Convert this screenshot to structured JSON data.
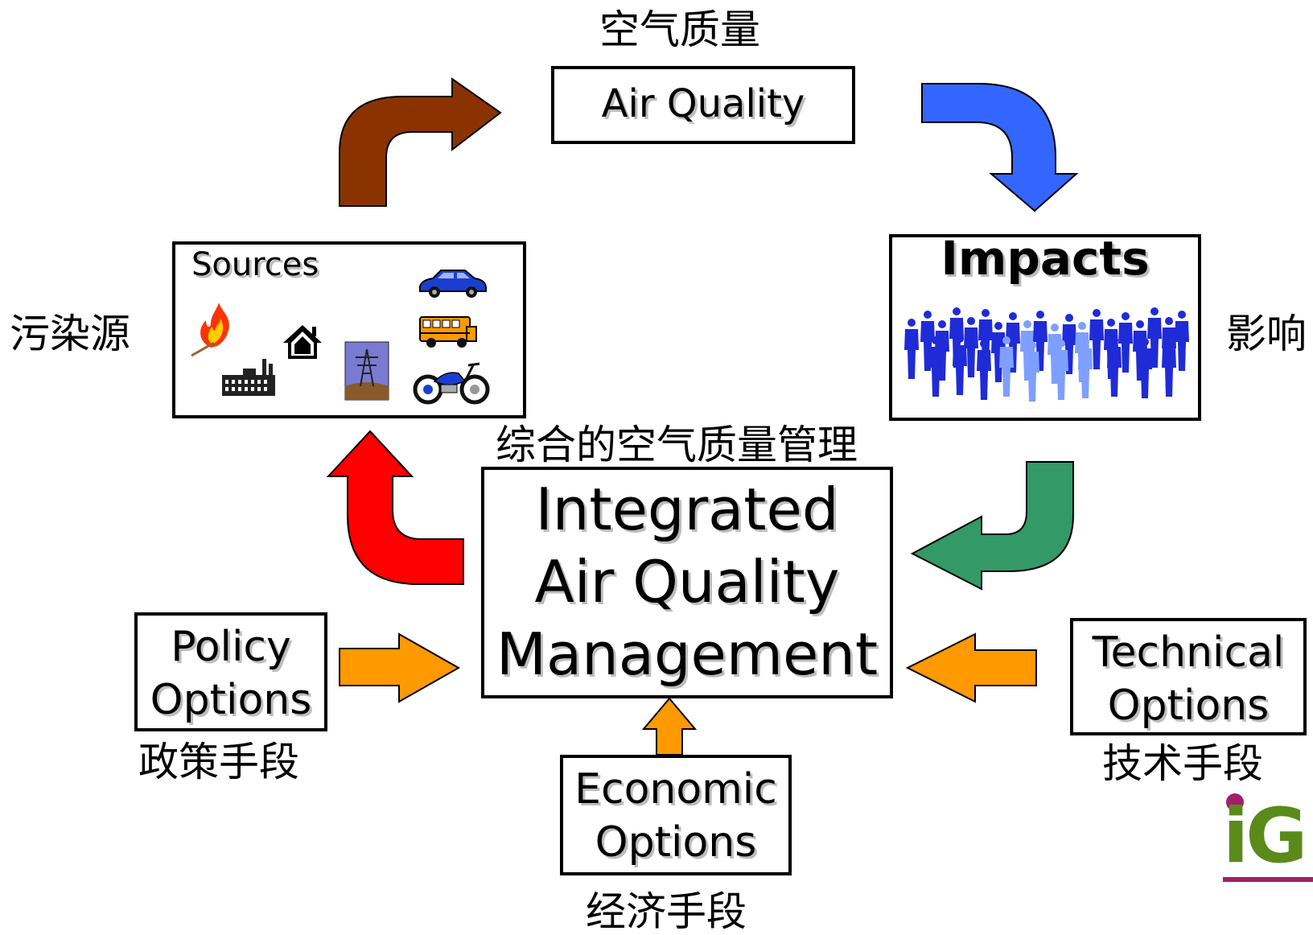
{
  "labels": {
    "air_quality_cn": "空气质量",
    "sources_cn": "污染源",
    "impacts_cn": "影响",
    "iaqm_cn": "综合的空气质量管理",
    "policy_cn": "政策手段",
    "technical_cn": "技术手段",
    "economic_cn": "经济手段"
  },
  "boxes": {
    "air_quality": "Air Quality",
    "sources": "Sources",
    "impacts": "Impacts",
    "iaqm_line1": "Integrated",
    "iaqm_line2": "Air Quality",
    "iaqm_line3": "Management",
    "policy_line1": "Policy",
    "policy_line2": "Options",
    "technical_line1": "Technical",
    "technical_line2": "Options",
    "economic_line1": "Economic",
    "economic_line2": "Options"
  },
  "logo": {
    "text": "iG"
  },
  "colors": {
    "arrow_brown": "#8b3300",
    "arrow_blue": "#3366ff",
    "arrow_green": "#339966",
    "arrow_red": "#ff0000",
    "arrow_orange": "#ff9900",
    "people": "#1f2bd6",
    "logo_green": "#5a8a1a",
    "logo_purple": "#a0206a"
  }
}
